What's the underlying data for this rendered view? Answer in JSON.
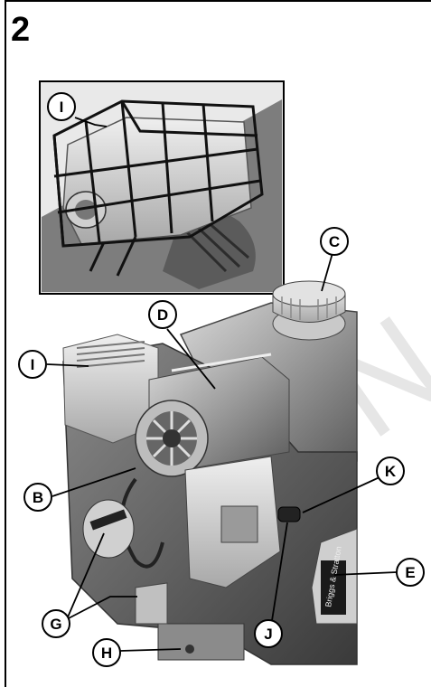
{
  "figure_number": "2",
  "watermark_text": "N",
  "brand_label": "Briggs & Stratton",
  "callouts": {
    "I_inset": "I",
    "C": "C",
    "D": "D",
    "I_main": "I",
    "B": "B",
    "K": "K",
    "E": "E",
    "G": "G",
    "J": "J",
    "H": "H"
  }
}
